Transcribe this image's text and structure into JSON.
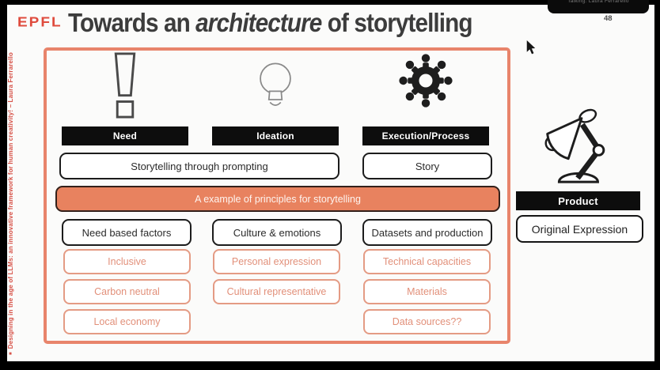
{
  "slide": {
    "logo": "EPFL",
    "title": {
      "prefix": "Towards an ",
      "italic": "architecture",
      "suffix": " of storytelling"
    },
    "page_number": "48",
    "speaker_overlay": "Talking: Laura Ferrarello",
    "side_note": {
      "bullet": "■",
      "text": "Designing in the age of LLMs: an innovative framework for human creativity! – Laura Ferrarello"
    }
  },
  "diagram": {
    "stages": [
      {
        "icon": "exclamation-icon",
        "label": "Need"
      },
      {
        "icon": "lightbulb-icon",
        "label": "Ideation"
      },
      {
        "icon": "gear-icon",
        "label": "Execution/Process"
      }
    ],
    "flow_boxes": {
      "prompting": "Storytelling through prompting",
      "story": "Story"
    },
    "banner": "A example of principles for storytelling",
    "factor_columns": [
      {
        "header": "Need based factors",
        "items": [
          "Inclusive",
          "Carbon neutral",
          "Local economy"
        ]
      },
      {
        "header": "Culture & emotions",
        "items": [
          "Personal expression",
          "Cultural representative"
        ]
      },
      {
        "header": "Datasets and production",
        "items": [
          "Technical capacities",
          "Materials",
          "Data sources??"
        ]
      }
    ],
    "product": {
      "icon": "desk-lamp-icon",
      "label": "Product",
      "box": "Original Expression"
    }
  },
  "colors": {
    "accent": "#E8825F",
    "accent_light": "#E2907A",
    "epfl_red": "#DF4B3D",
    "bar_black": "#0D0D0D",
    "title_gray": "#3C3C3C"
  }
}
